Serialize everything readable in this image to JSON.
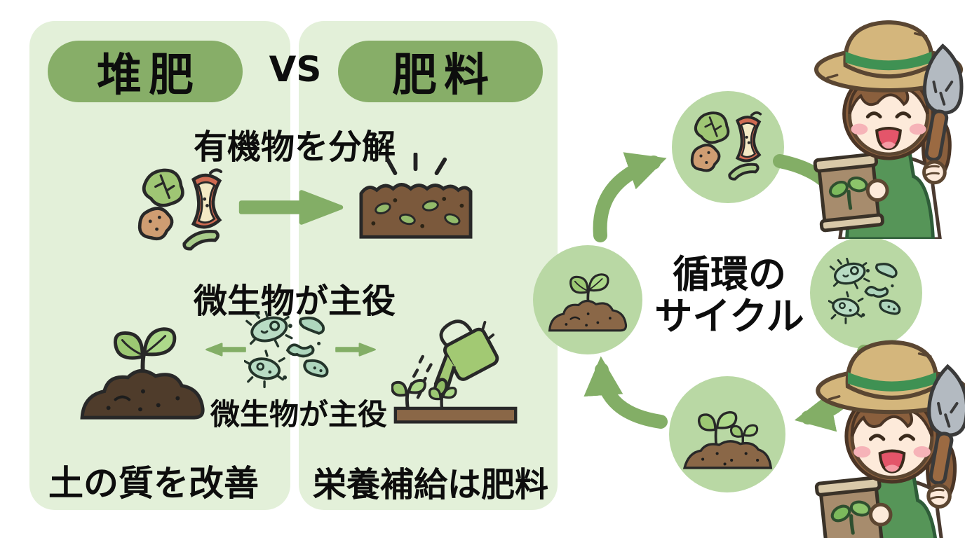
{
  "header": {
    "compost_pill": "堆肥",
    "versus": "VS",
    "fertilizer_pill": "肥料"
  },
  "comparison": {
    "decompose_label": "有機物を分解",
    "microbes_label": "微生物が主役",
    "microbes_sub_label": "微生物が主役",
    "compost_footer": "土の質を改善",
    "fertilizer_footer": "栄養補給は肥料"
  },
  "cycle": {
    "title_line1": "循環の",
    "title_line2": "サイクル"
  },
  "icons": {
    "food_scraps": "leaf, apple core, potato and pea pod food scraps",
    "compost_soil": "decomposed soil block with seeds and sparkle lines",
    "sprout_mound": "seedling sprouting from soil mound",
    "microbes": "bacteria and microbe cluster",
    "watering_can": "watering can sprinkling seedlings in a bed",
    "seedlings_mound": "two seedlings growing from soil mound",
    "gardener": "smiling gardener woman with straw hat holding compost bag and trowel",
    "cycle_arrows": "four curved green arrows forming a loop"
  },
  "colors": {
    "background": "#ffffff",
    "panel": "#e3f0d9",
    "pill_green": "#87ae68",
    "arrow_green": "#83ae66",
    "cycle_circle_green": "#b9d8a4",
    "text": "#0d0d0d",
    "soil_dark": "#4f3c2b",
    "soil_light": "#8a6747",
    "apron_green": "#569558",
    "hat_tan": "#d4b67c"
  }
}
